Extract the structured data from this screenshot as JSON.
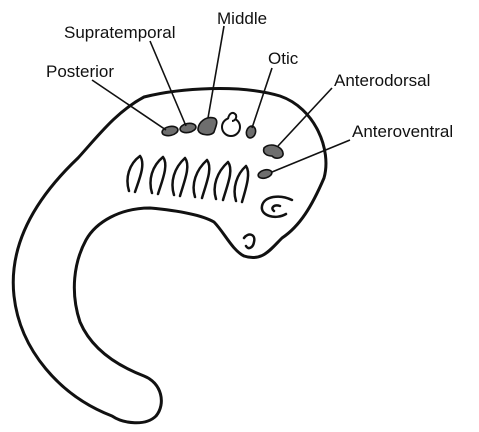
{
  "labels": {
    "supratemporal": "Supratemporal",
    "middle": "Middle",
    "otic": "Otic",
    "posterior": "Posterior",
    "anterodorsal": "Anterodorsal",
    "anteroventral": "Anteroventral"
  },
  "colors": {
    "outline": "#111111",
    "placode_fill": "#6e6e6e",
    "background": "#ffffff"
  }
}
